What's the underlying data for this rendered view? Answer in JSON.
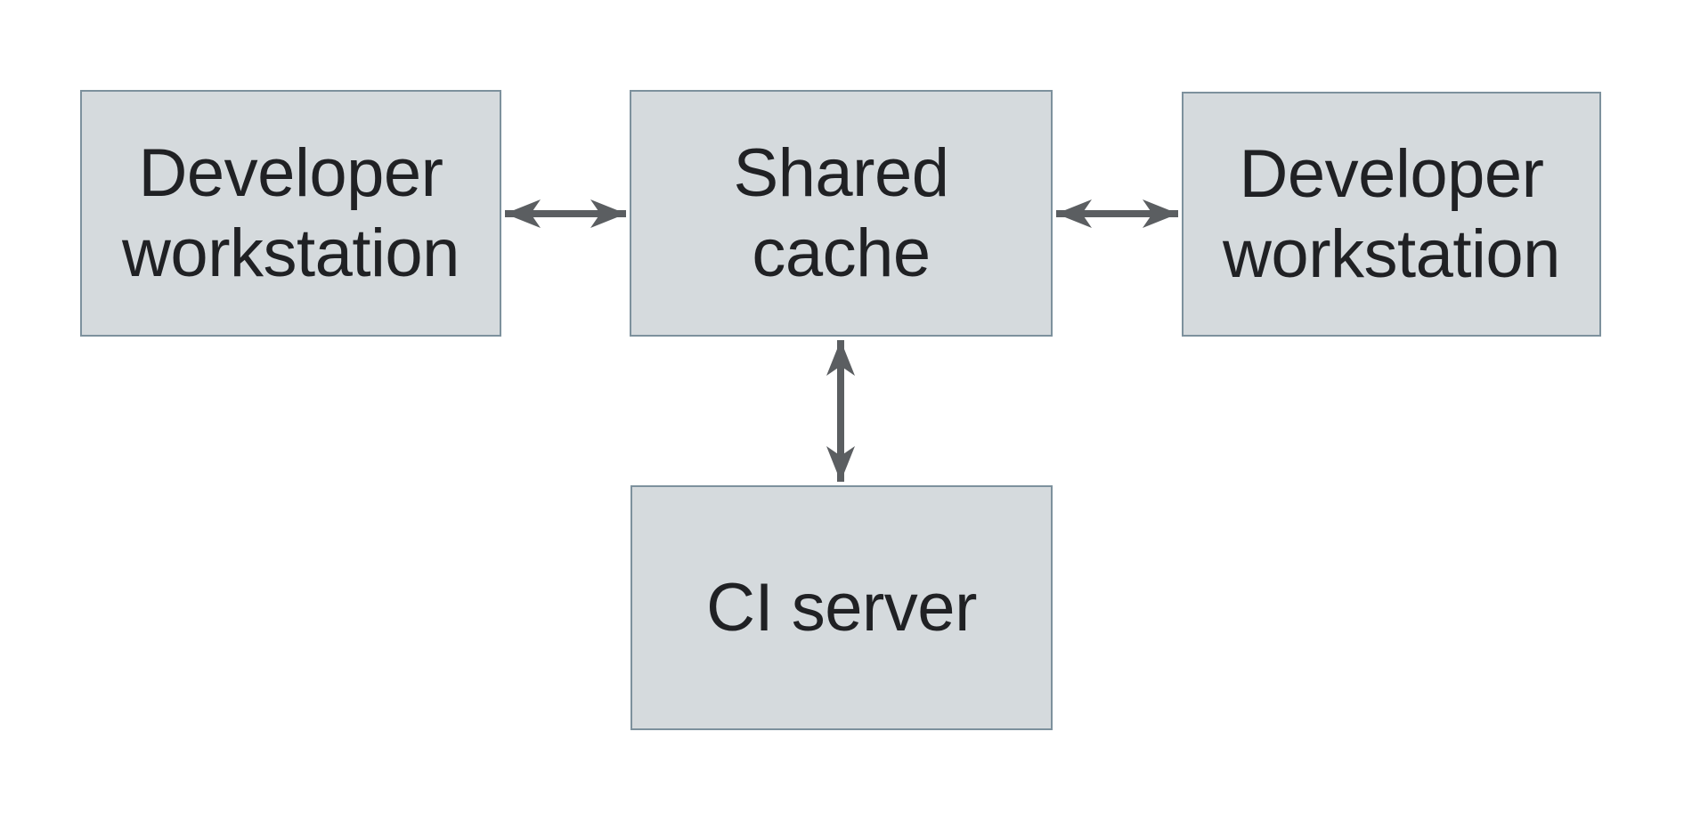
{
  "diagram": {
    "type": "architecture-diagram",
    "nodes": [
      {
        "id": "developer-workstation-left",
        "label": "Developer\nworkstation"
      },
      {
        "id": "shared-cache",
        "label": "Shared\ncache"
      },
      {
        "id": "developer-workstation-right",
        "label": "Developer\nworkstation"
      },
      {
        "id": "ci-server",
        "label": "CI server"
      }
    ],
    "edges": [
      {
        "from": "developer-workstation-left",
        "to": "shared-cache",
        "direction": "bidirectional"
      },
      {
        "from": "shared-cache",
        "to": "developer-workstation-right",
        "direction": "bidirectional"
      },
      {
        "from": "shared-cache",
        "to": "ci-server",
        "direction": "bidirectional"
      }
    ],
    "colors": {
      "background": "#ffffff",
      "node_fill": "#d5dadd",
      "node_border": "#7d919d",
      "arrow": "#5b5e61",
      "text": "#202124"
    }
  }
}
